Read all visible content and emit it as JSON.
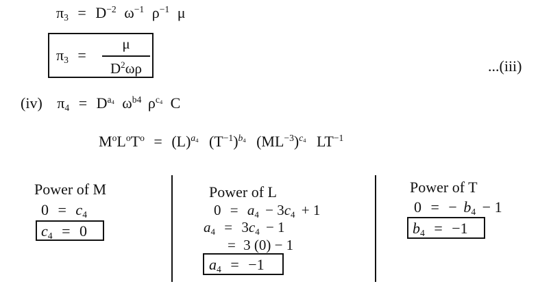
{
  "pi3_eq": {
    "lhs": "π",
    "lhs_sub": "3",
    "eq": "=",
    "t1": "D",
    "t1_sup": "−2",
    "t2": "ω",
    "t2_sup": "−1",
    "t3": "ρ",
    "t3_sup": "−1",
    "t4": "μ"
  },
  "pi3_boxed": {
    "lhs": "π",
    "lhs_sub": "3",
    "eq": "=",
    "numerator": "μ",
    "den_D": "D",
    "den_sup": "2",
    "den_rest": "ωρ"
  },
  "eq_number": "...(iii)",
  "pi4_eq": {
    "label": "(iv)",
    "lhs": "π",
    "lhs_sub": "4",
    "eq": "=",
    "t1": "D",
    "t1_sup": "a",
    "t1_sup_sub": "4",
    "t2": "ω",
    "t2_sup": "b4",
    "t3": "ρ",
    "t3_sup": "c",
    "t3_sup_sub": "4",
    "t4": "C"
  },
  "dim_eq": {
    "lhs_M": "M",
    "lhs_M_sup": "o",
    "lhs_L": "L",
    "lhs_L_sup": "o",
    "lhs_T": "T",
    "lhs_T_sup": "o",
    "eq": "=",
    "g1": "(L)",
    "g1_sup": "a",
    "g1_sup_sub": "4",
    "g2": "(T",
    "g2_inner_sup": "−1",
    "g2_close": ")",
    "g2_sup": "b",
    "g2_sup_sub": "4",
    "g3": "(ML",
    "g3_inner_sup": "−3",
    "g3_close": ")",
    "g3_sup": "c",
    "g3_sup_sub": "4",
    "g4": "LT",
    "g4_sup": "−1"
  },
  "col_m": {
    "header": "Power of M",
    "line1_lhs": "0",
    "line1_eq": "=",
    "line1_var": "c",
    "line1_sub": "4",
    "result_var": "c",
    "result_sub": "4",
    "result_eq": "=",
    "result_val": "0"
  },
  "col_l": {
    "header": "Power of L",
    "line1_lhs": "0",
    "line1_eq": "=",
    "line1_a": "a",
    "line1_a_sub": "4",
    "line1_minus": "− 3",
    "line1_c": "c",
    "line1_c_sub": "4",
    "line1_tail": "+ 1",
    "line2_var": "a",
    "line2_sub": "4",
    "line2_eq": "=",
    "line2_rhs_pre": "3",
    "line2_c": "c",
    "line2_c_sub": "4",
    "line2_tail": "− 1",
    "line3_eq": "=",
    "line3_rhs": "3 (0) − 1",
    "result_var": "a",
    "result_sub": "4",
    "result_eq": "=",
    "result_val": "−1"
  },
  "col_t": {
    "header": "Power of T",
    "line1_lhs": "0",
    "line1_eq": "=",
    "line1_minus": "−",
    "line1_var": "b",
    "line1_sub": "4",
    "line1_tail": "− 1",
    "result_var": "b",
    "result_sub": "4",
    "result_eq": "=",
    "result_val": "−1"
  }
}
